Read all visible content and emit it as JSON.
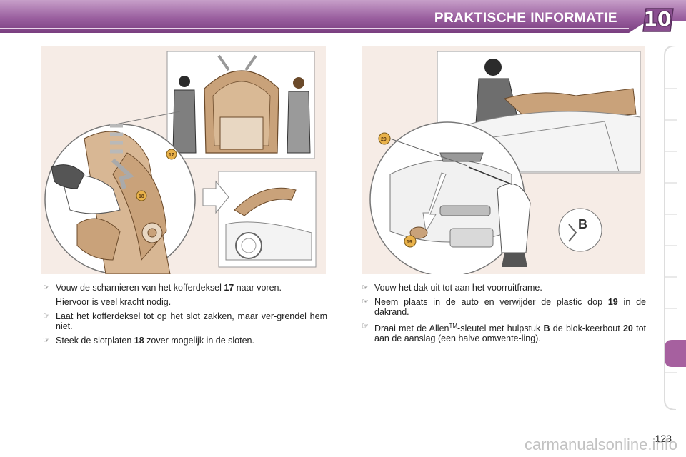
{
  "header": {
    "title": "PRAKTISCHE INFORMATIE",
    "chapter": "10",
    "accent": "#9a5f9f"
  },
  "left_column": {
    "items": [
      {
        "bullet": "☞",
        "before": "Vouw de scharnieren van het kofferdeksel ",
        "bold": "17",
        "after": " naar voren."
      },
      {
        "bullet": "",
        "before": "Hiervoor is veel kracht nodig.",
        "bold": "",
        "after": ""
      },
      {
        "bullet": "☞",
        "before": "Laat het kofferdeksel tot op het slot zakken, maar ver-grendel hem niet.",
        "bold": "",
        "after": ""
      },
      {
        "bullet": "☞",
        "before": "Steek de slotplaten ",
        "bold": "18",
        "after": " zover mogelijk in de sloten."
      }
    ]
  },
  "right_column": {
    "items": [
      {
        "bullet": "☞",
        "before": "Vouw het dak uit tot aan het voorruitframe.",
        "bold": "",
        "after": ""
      },
      {
        "bullet": "☞",
        "before": "Neem plaats in de auto en verwijder de plastic dop ",
        "bold": "19",
        "after": " in de dakrand."
      },
      {
        "bullet": "☞",
        "before": "Draai met de Allen",
        "sup": "TM",
        "after2": "-sleutel met hulpstuk ",
        "bold": "B",
        "after": " de blok-keerbout ",
        "bold2": "20",
        "after3": " tot aan de aanslag (een halve omwente-ling)."
      }
    ]
  },
  "illustrations": {
    "left_labels": [
      "17",
      "18"
    ],
    "right_labels": [
      "20",
      "19",
      "B"
    ]
  },
  "page_number": "123",
  "watermark": "carmanualsonline.info"
}
